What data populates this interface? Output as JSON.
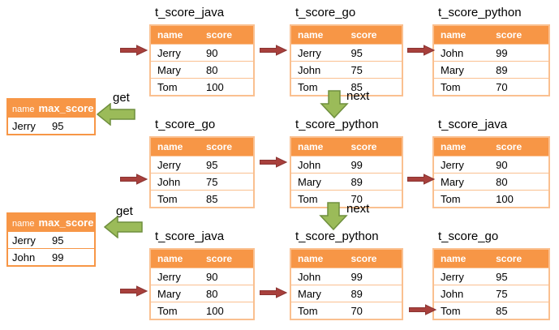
{
  "diagram": {
    "columns": {
      "name": "name",
      "score": "score",
      "max_score": "max_score"
    },
    "steps": [
      {
        "tables": [
          {
            "title": "t_score_java",
            "pointer_row": 0,
            "rows": [
              [
                "Jerry",
                "90"
              ],
              [
                "Mary",
                "80"
              ],
              [
                "Tom",
                "100"
              ]
            ]
          },
          {
            "title": "t_score_go",
            "pointer_row": 0,
            "rows": [
              [
                "Jerry",
                "95"
              ],
              [
                "John",
                "75"
              ],
              [
                "Tom",
                "85"
              ]
            ]
          },
          {
            "title": "t_score_python",
            "pointer_row": 0,
            "rows": [
              [
                "John",
                "99"
              ],
              [
                "Mary",
                "89"
              ],
              [
                "Tom",
                "70"
              ]
            ]
          }
        ],
        "next_label": "next"
      },
      {
        "tables": [
          {
            "title": "t_score_go",
            "pointer_row": 1,
            "rows": [
              [
                "Jerry",
                "95"
              ],
              [
                "John",
                "75"
              ],
              [
                "Tom",
                "85"
              ]
            ]
          },
          {
            "title": "t_score_python",
            "pointer_row": 0,
            "rows": [
              [
                "John",
                "99"
              ],
              [
                "Mary",
                "89"
              ],
              [
                "Tom",
                "70"
              ]
            ]
          },
          {
            "title": "t_score_java",
            "pointer_row": 1,
            "rows": [
              [
                "Jerry",
                "90"
              ],
              [
                "Mary",
                "80"
              ],
              [
                "Tom",
                "100"
              ]
            ]
          }
        ],
        "next_label": "next"
      },
      {
        "tables": [
          {
            "title": "t_score_java",
            "pointer_row": 1,
            "rows": [
              [
                "Jerry",
                "90"
              ],
              [
                "Mary",
                "80"
              ],
              [
                "Tom",
                "100"
              ]
            ]
          },
          {
            "title": "t_score_python",
            "pointer_row": 1,
            "rows": [
              [
                "John",
                "99"
              ],
              [
                "Mary",
                "89"
              ],
              [
                "Tom",
                "70"
              ]
            ]
          },
          {
            "title": "t_score_go",
            "pointer_row": 2,
            "rows": [
              [
                "Jerry",
                "95"
              ],
              [
                "John",
                "75"
              ],
              [
                "Tom",
                "85"
              ]
            ]
          }
        ]
      }
    ],
    "results": [
      {
        "get_label": "get",
        "rows": [
          [
            "Jerry",
            "95"
          ]
        ]
      },
      {
        "get_label": "get",
        "rows": [
          [
            "Jerry",
            "95"
          ],
          [
            "John",
            "99"
          ]
        ]
      }
    ],
    "colors": {
      "header_orange": "#F79646",
      "table_border_light": "#FAC090",
      "red_arrow": "#A8403C",
      "green_arrow": "#9BBB59",
      "header_text": "#FFFFFF"
    }
  }
}
